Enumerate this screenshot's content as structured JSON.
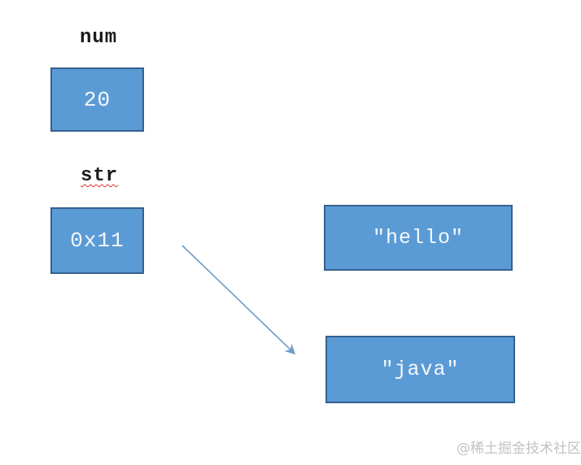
{
  "diagram": {
    "variables": [
      {
        "name": "num",
        "value": "20"
      },
      {
        "name": "str",
        "value": "0x11"
      }
    ],
    "labels": {
      "num": "num",
      "str": "str"
    },
    "boxes": {
      "num_value": "20",
      "str_value": "0x11",
      "hello_value": "″hello″",
      "java_value": "″java″"
    },
    "arrow": {
      "from": "str-box",
      "to": "java-box"
    },
    "colors": {
      "box_fill": "#5b9bd5",
      "box_border": "#35618f",
      "box_text": "#f4f8fc",
      "label_text": "#1c1c1c",
      "squiggle": "#e03232",
      "arrow": "#6f9bc6",
      "watermark": "#c2c2c2"
    },
    "watermark": "@稀土掘金技术社区"
  }
}
